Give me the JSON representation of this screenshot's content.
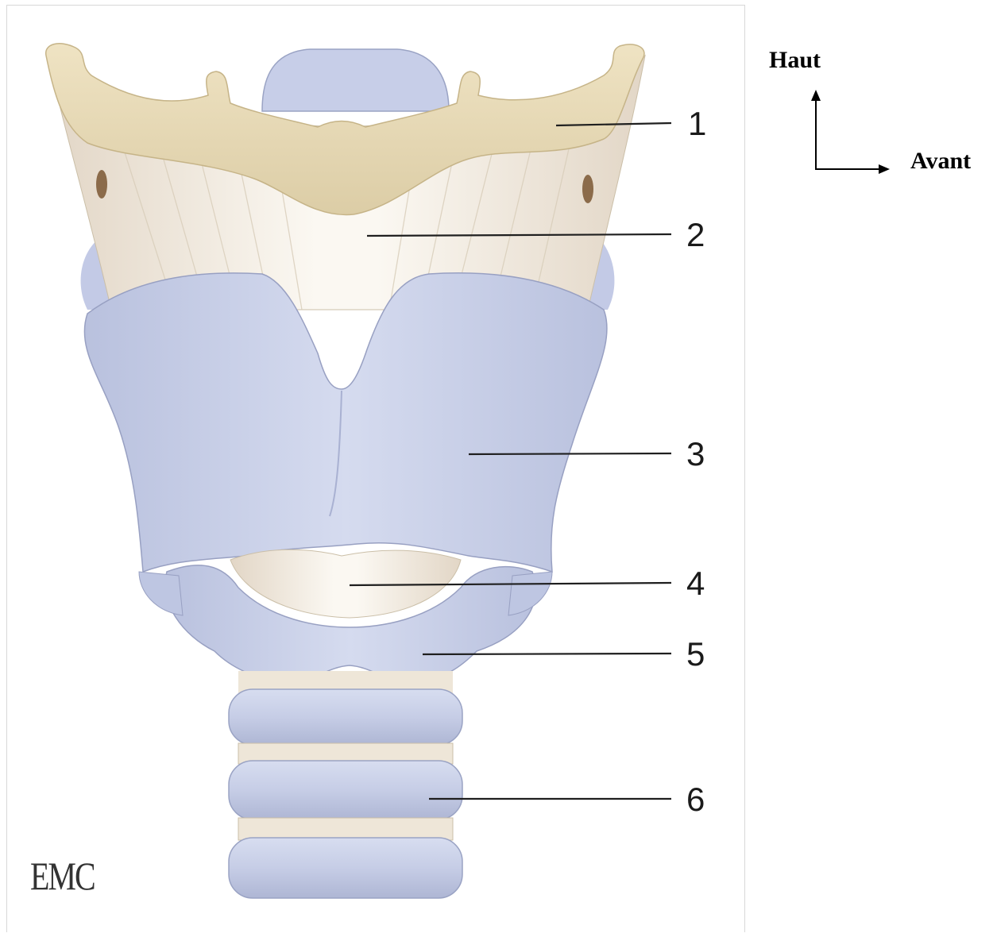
{
  "labels": [
    {
      "number": "1",
      "part": "hyoid-bone"
    },
    {
      "number": "2",
      "part": "thyrohyoid-membrane"
    },
    {
      "number": "3",
      "part": "thyroid-cartilage"
    },
    {
      "number": "4",
      "part": "cricothyroid-membrane"
    },
    {
      "number": "5",
      "part": "cricoid-cartilage"
    },
    {
      "number": "6",
      "part": "tracheal-rings"
    }
  ],
  "orientation": {
    "up_label": "Haut",
    "forward_label": "Avant"
  },
  "logo_text": "EMC",
  "colors": {
    "bone": "#e6d9b8",
    "membrane": "#efe6d8",
    "cartilage": "#c9d0e8",
    "label_text": "#1a1a1a"
  }
}
